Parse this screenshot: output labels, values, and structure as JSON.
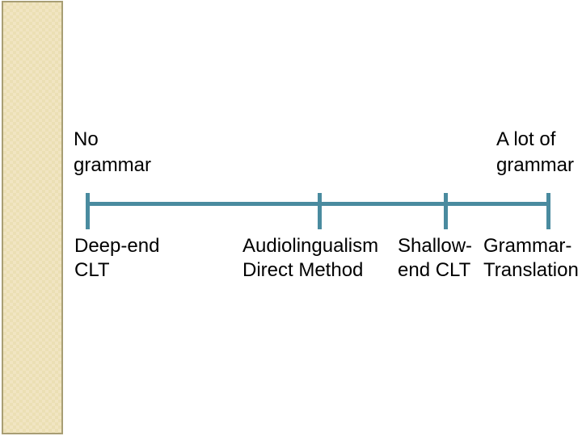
{
  "colors": {
    "background": "#ffffff",
    "text": "#000000",
    "scale_line": "#4a8b9f",
    "accent_bar_fill": "#f1e5c2",
    "accent_bar_fill_alt": "#ebdfb4",
    "accent_bar_border": "#a89e74"
  },
  "scale": {
    "left_end_label": "No\ngrammar",
    "right_end_label": "A lot of\ngrammar",
    "points": [
      {
        "label": "Deep-end\nCLT"
      },
      {
        "label": "Audiolingualism\nDirect Method"
      },
      {
        "label": "Shallow-\nend CLT"
      },
      {
        "label": "Grammar-\nTranslation"
      }
    ]
  }
}
